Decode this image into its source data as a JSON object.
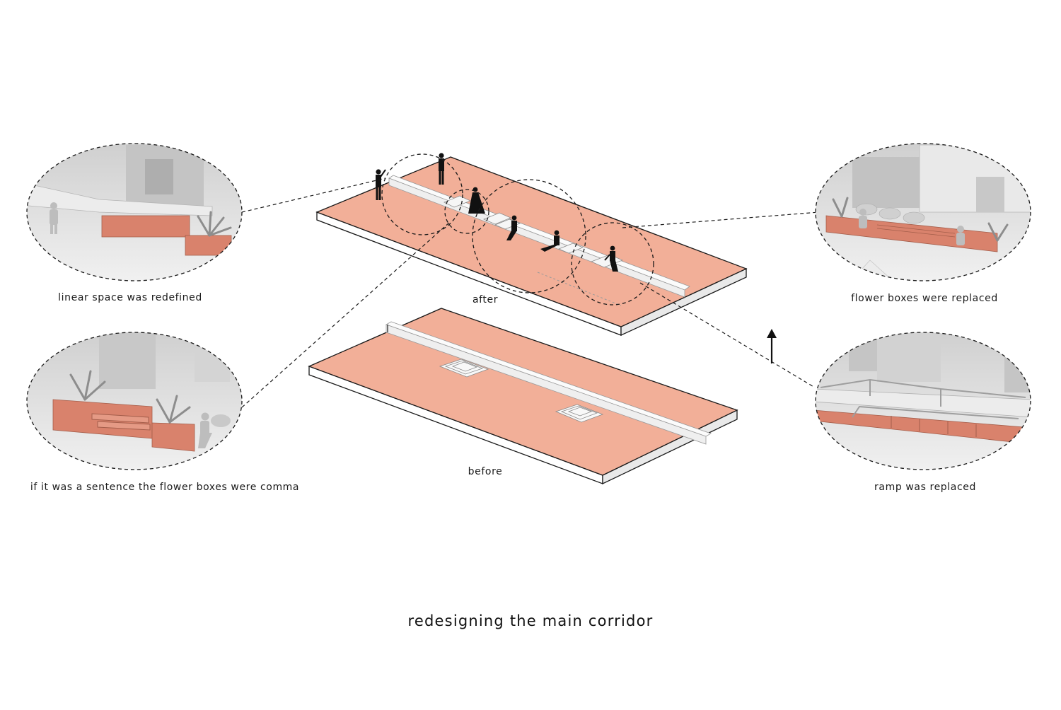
{
  "title": "redesigning the main corridor",
  "labels": {
    "after": "after",
    "before": "before",
    "top_left": "linear space was redefined",
    "bottom_left": "if it was a sentence the flower boxes were comma",
    "top_right": "flower boxes were replaced",
    "bottom_right": "ramp was replaced"
  },
  "colors": {
    "slab_top": "#f2af98",
    "slab_side": "#ffffff",
    "outline": "#1a1a1a",
    "planter": "#d9826c",
    "vignette_gray": "#d7d7d7",
    "figure": "#111111"
  },
  "icons": {
    "north_arrow": "arrow-up-icon"
  }
}
